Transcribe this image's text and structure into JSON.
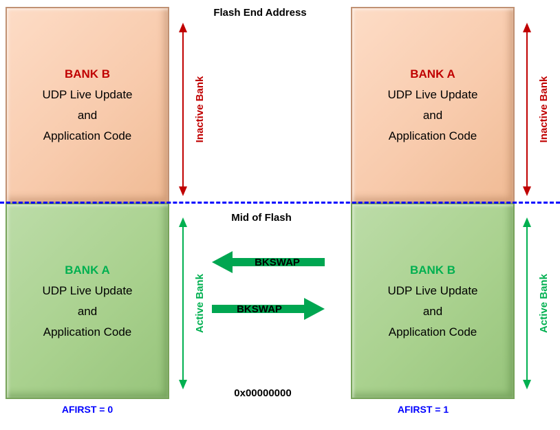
{
  "labels": {
    "flash_end_address": "Flash End Address",
    "mid_of_flash": "Mid of Flash",
    "base_address": "0x00000000",
    "inactive_bank": "Inactive Bank",
    "active_bank": "Active Bank",
    "bkswap": "BKSWAP"
  },
  "left_column": {
    "afirst_label": "AFIRST = 0",
    "top_bank": {
      "name": "BANK B",
      "line1": "UDP Live Update",
      "line2": "and",
      "line3": "Application Code"
    },
    "bottom_bank": {
      "name": "BANK A",
      "line1": "UDP Live Update",
      "line2": "and",
      "line3": "Application Code"
    }
  },
  "right_column": {
    "afirst_label": "AFIRST = 1",
    "top_bank": {
      "name": "BANK A",
      "line1": "UDP Live Update",
      "line2": "and",
      "line3": "Application Code"
    },
    "bottom_bank": {
      "name": "BANK B",
      "line1": "UDP Live Update",
      "line2": "and",
      "line3": "Application Code"
    }
  },
  "colors": {
    "inactive_fill": "#F8CBAD",
    "active_fill": "#A9D18E",
    "inactive_accent": "#C00000",
    "active_accent": "#00B050",
    "bkswap_arrow": "#00A651",
    "mid_line": "#0000FF",
    "afirst_text": "#0000FF"
  }
}
